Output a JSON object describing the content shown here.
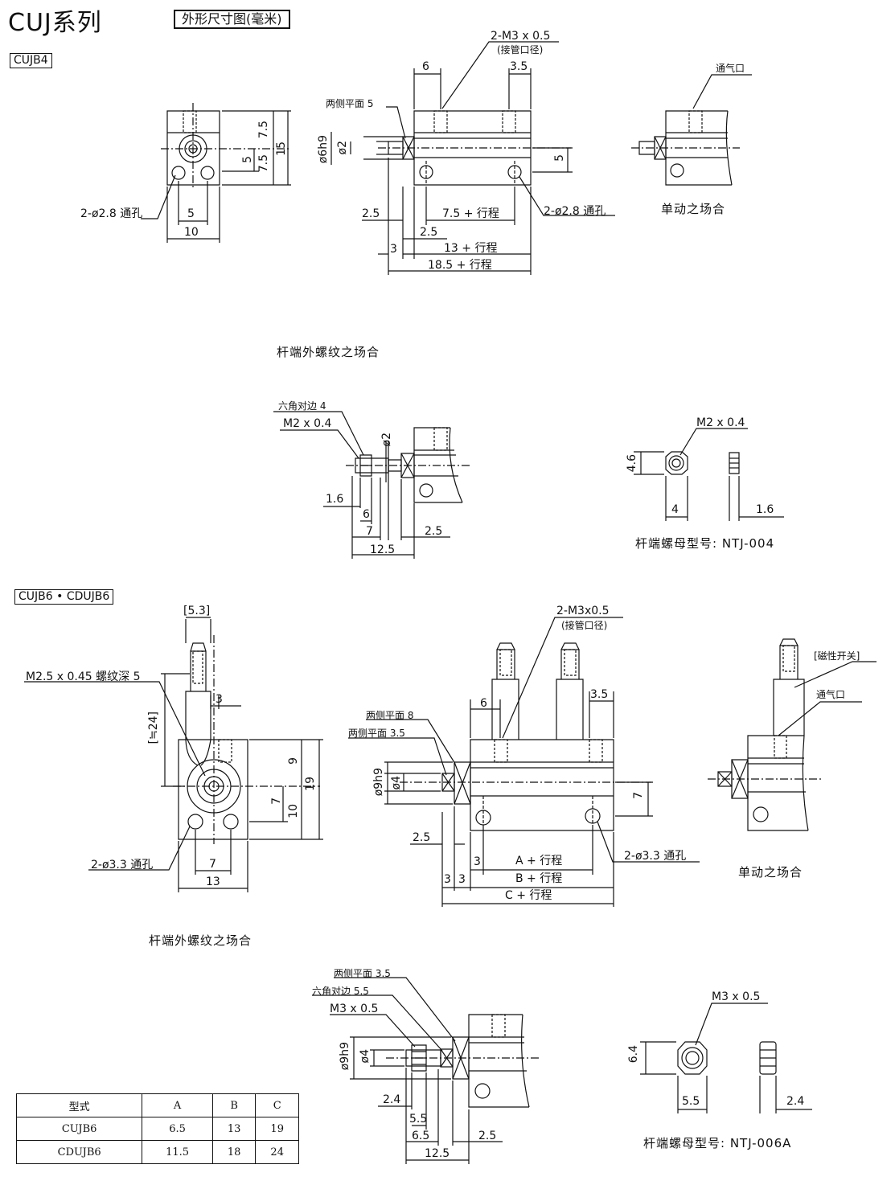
{
  "header": {
    "series_title": "CUJ系列",
    "view_title": "外形尺寸图(毫米)"
  },
  "cujb4": {
    "model_tag": "CUJB4",
    "end_view": {
      "hole_label": "2-ø2.8 通孔",
      "dims": {
        "height_upper": "7.5",
        "height_total": "15",
        "center_offset": "5",
        "height_lower": "7.5",
        "hole_pitch": "5",
        "width": "10"
      }
    },
    "side_view": {
      "port_label": "2-M3 x 0.5",
      "port_note": "(接管口径)",
      "flats_label": "两侧平面 5",
      "hole_label": "2-ø2.8 通孔",
      "dims": {
        "port_offset": "6",
        "port_end": "3.5",
        "bore": "ø6h9",
        "rod": "ø2",
        "rod_height": "5",
        "rod_ext": "2.5",
        "a": "7.5 + 行程",
        "flat_len": "3",
        "rod_ext2": "2.5",
        "b": "13 + 行程",
        "c": "18.5 + 行程"
      }
    },
    "single_acting": {
      "vent_label": "通气口",
      "caption": "单动之场合"
    },
    "rod_thread_caption": "杆端外螺纹之场合",
    "rod_thread": {
      "hex_label": "六角对边 4",
      "thread_label": "M2 x 0.4",
      "dims": {
        "rod": "ø2",
        "nut_thk": "1.6",
        "thread_len": "6",
        "len_7": "7",
        "rod_ext": "2.5",
        "total": "12.5"
      }
    },
    "nut": {
      "thread_label": "M2 x 0.4",
      "dims": {
        "height": "4.6",
        "width": "4",
        "thk": "1.6"
      },
      "model_label": "杆端螺母型号: NTJ-004"
    }
  },
  "cujb6": {
    "model_tag": "CUJB6 • CDUJB6",
    "end_view": {
      "switch_width": "[5.3]",
      "thread_label": "M2.5 x 0.45 螺纹深 5",
      "switch_height": "[≒24]",
      "switch_offset": "3",
      "hole_label": "2-ø3.3 通孔",
      "dims": {
        "height_upper": "9",
        "height_total": "19",
        "center_offset": "7",
        "height_lower": "10",
        "hole_pitch": "7",
        "width": "13"
      }
    },
    "side_view": {
      "port_label": "2-M3x0.5",
      "port_note": "(接管口径)",
      "flats8_label": "两侧平面 8",
      "flats35_label": "两侧平面 3.5",
      "hole_label": "2-ø3.3 通孔",
      "dims": {
        "port_offset": "6",
        "port_end": "3.5",
        "bore": "ø9h9",
        "rod": "ø4",
        "rod_height": "7",
        "rod_ext": "2.5",
        "flat3": "3",
        "a": "A + 行程",
        "flat3b": "3",
        "flat3c": "3",
        "b": "B + 行程",
        "c": "C + 行程"
      }
    },
    "single_acting": {
      "switch_label": "[磁性开关]",
      "vent_label": "通气口",
      "caption": "单动之场合"
    },
    "rod_thread_caption": "杆端外螺纹之场合",
    "rod_thread": {
      "flats_label": "两侧平面 3.5",
      "hex_label": "六角对边 5.5",
      "thread_label": "M3 x 0.5",
      "dims": {
        "bore": "ø9h9",
        "rod": "ø4",
        "nut_thk": "2.4",
        "hex": "5.5",
        "len_65": "6.5",
        "rod_ext": "2.5",
        "total": "12.5"
      }
    },
    "nut": {
      "thread_label": "M3 x 0.5",
      "dims": {
        "height": "6.4",
        "width": "5.5",
        "thk": "2.4"
      },
      "model_label": "杆端螺母型号: NTJ-006A"
    },
    "table": {
      "headers": [
        "型式",
        "A",
        "B",
        "C"
      ],
      "rows": [
        [
          "CUJB6",
          "6.5",
          "13",
          "19"
        ],
        [
          "CDUJB6",
          "11.5",
          "18",
          "24"
        ]
      ]
    }
  }
}
